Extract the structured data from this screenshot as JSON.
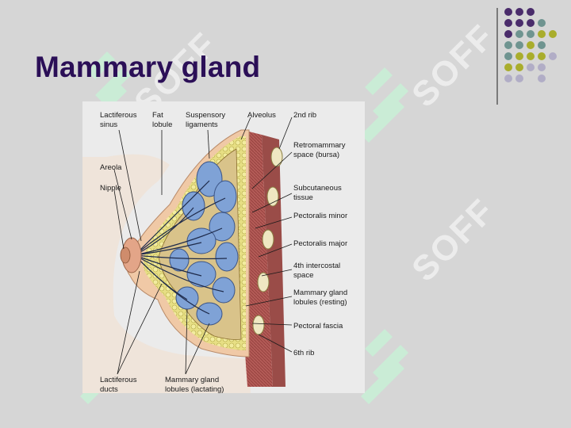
{
  "slide": {
    "title": "Mammary gland",
    "watermark": "SOFF"
  },
  "colors": {
    "background": "#d6d6d6",
    "title": "#2b0f57",
    "dot_purple": "#4a2c6b",
    "dot_teal": "#6f9490",
    "dot_olive": "#a9ad2c",
    "dot_lavender": "#b1adc6"
  },
  "diagram": {
    "labels_top": {
      "lactiferous_sinus": [
        "Lactiferous",
        "sinus"
      ],
      "fat_lobule": [
        "Fat",
        "lobule"
      ],
      "suspensory_ligaments": [
        "Suspensory",
        "ligaments"
      ],
      "alveolus": [
        "Alveolus"
      ],
      "second_rib": [
        "2nd rib"
      ]
    },
    "labels_left": {
      "areola": [
        "Areola"
      ],
      "nipple": [
        "Nipple"
      ]
    },
    "labels_right": {
      "retromammary_space": [
        "Retromammary",
        "space (bursa)"
      ],
      "subcutaneous_tissue": [
        "Subcutaneous",
        "tissue"
      ],
      "pectoralis_minor": [
        "Pectoralis minor"
      ],
      "pectoralis_major": [
        "Pectoralis major"
      ],
      "fourth_intercostal_space": [
        "4th intercostal",
        "space"
      ],
      "mammary_gland_lobules_resting": [
        "Mammary gland",
        "lobules (resting)"
      ],
      "pectoral_fascia": [
        "Pectoral fascia"
      ],
      "sixth_rib": [
        "6th rib"
      ]
    },
    "labels_bottom": {
      "lactiferous_ducts": [
        "Lactiferous",
        "ducts"
      ],
      "mammary_gland_lobules_lactating": [
        "Mammary gland",
        "lobules (lactating)"
      ]
    }
  }
}
